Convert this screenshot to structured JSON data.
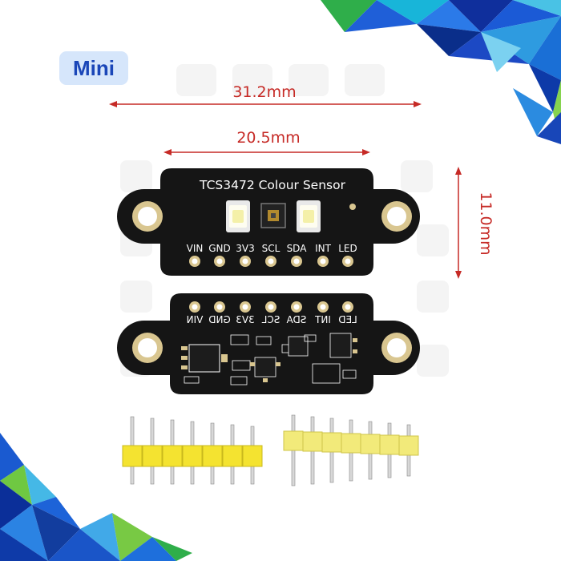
{
  "badge": {
    "label": "Mini"
  },
  "dimensions": {
    "overall_width": "31.2mm",
    "hole_pitch": "20.5mm",
    "height": "11.0mm"
  },
  "board_front": {
    "title": "TCS3472 Colour Sensor",
    "pins": [
      "VIN",
      "GND",
      "3V3",
      "SCL",
      "SDA",
      "INT",
      "LED"
    ]
  },
  "board_back": {
    "pins": [
      "LED",
      "INT",
      "SDA",
      "SCL",
      "3V3",
      "GND",
      "VIN"
    ]
  },
  "colors": {
    "pcb": "#151515",
    "mounting_ring": "#d9c690",
    "dimension_line": "#c62a26",
    "header_plastic": "#f4e330",
    "badge_bg": "#d6e6fb",
    "badge_text": "#1a46b8"
  }
}
